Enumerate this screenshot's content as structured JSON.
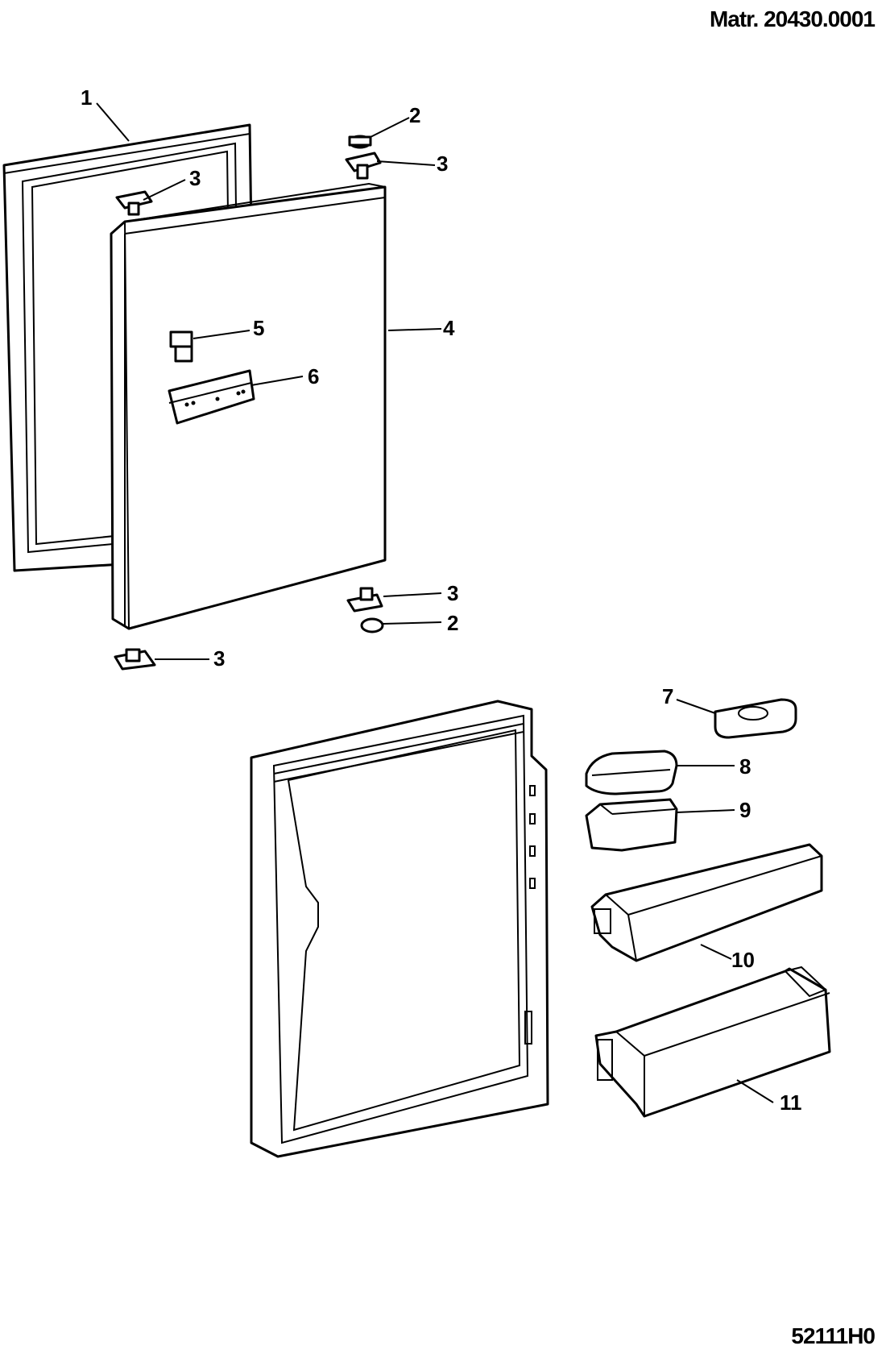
{
  "header": {
    "matr": "Matr. 20430.0001"
  },
  "footer": {
    "code": "52111H0"
  },
  "callouts": {
    "c1": "1",
    "c2a": "2",
    "c3a": "3",
    "c3b": "3",
    "c4": "4",
    "c5": "5",
    "c6": "6",
    "c3c": "3",
    "c2b": "2",
    "c3d": "3",
    "c7": "7",
    "c8": "8",
    "c9": "9",
    "c10": "10",
    "c11": "11"
  }
}
